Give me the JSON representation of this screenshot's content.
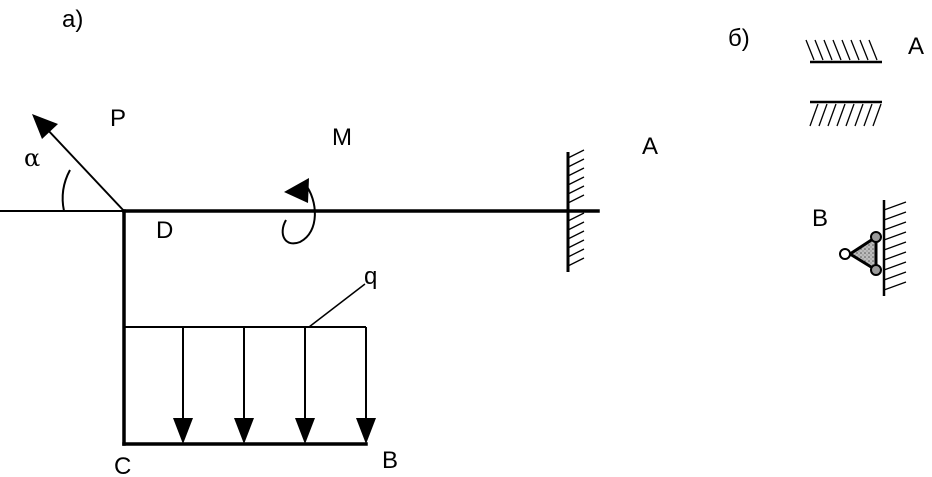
{
  "figure": {
    "part_a_label": "а)",
    "part_b_label": "б)",
    "labels": {
      "P": "P",
      "alpha": "α",
      "M": "M",
      "A": "A",
      "D": "D",
      "q": "q",
      "C": "C",
      "B": "B"
    },
    "legend": {
      "support_A_label": "A",
      "support_B_label": "B"
    },
    "distributed_load": {
      "arrow_count": 4
    }
  }
}
